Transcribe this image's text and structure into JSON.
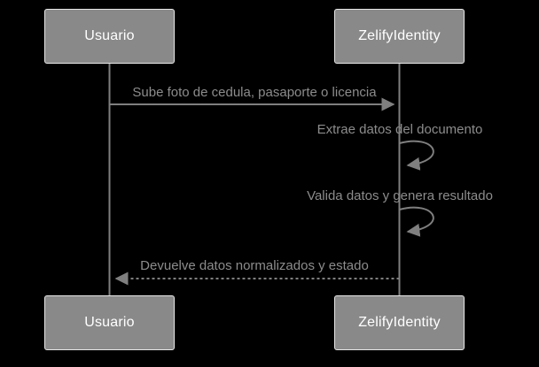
{
  "diagram": {
    "type": "sequence-diagram",
    "actors": [
      {
        "name": "Usuario"
      },
      {
        "name": "ZelifyIdentity"
      }
    ],
    "messages": [
      {
        "from": "Usuario",
        "to": "ZelifyIdentity",
        "line": "solid-arrow",
        "text": "Sube foto de cedula, pasaporte o licencia"
      },
      {
        "from": "ZelifyIdentity",
        "to": "ZelifyIdentity",
        "line": "self-loop",
        "text": "Extrae datos del documento"
      },
      {
        "from": "ZelifyIdentity",
        "to": "ZelifyIdentity",
        "line": "self-loop",
        "text": "Valida datos y genera resultado"
      },
      {
        "from": "ZelifyIdentity",
        "to": "Usuario",
        "line": "dashed-arrow",
        "text": "Devuelve datos normalizados y estado"
      }
    ],
    "colors": {
      "background": "#000000",
      "actor_box_fill": "#898989",
      "actor_box_border": "#e8e8e8",
      "actor_text": "#ffffff",
      "line": "#7f7f7f",
      "message_text": "#8c8c8c"
    }
  }
}
